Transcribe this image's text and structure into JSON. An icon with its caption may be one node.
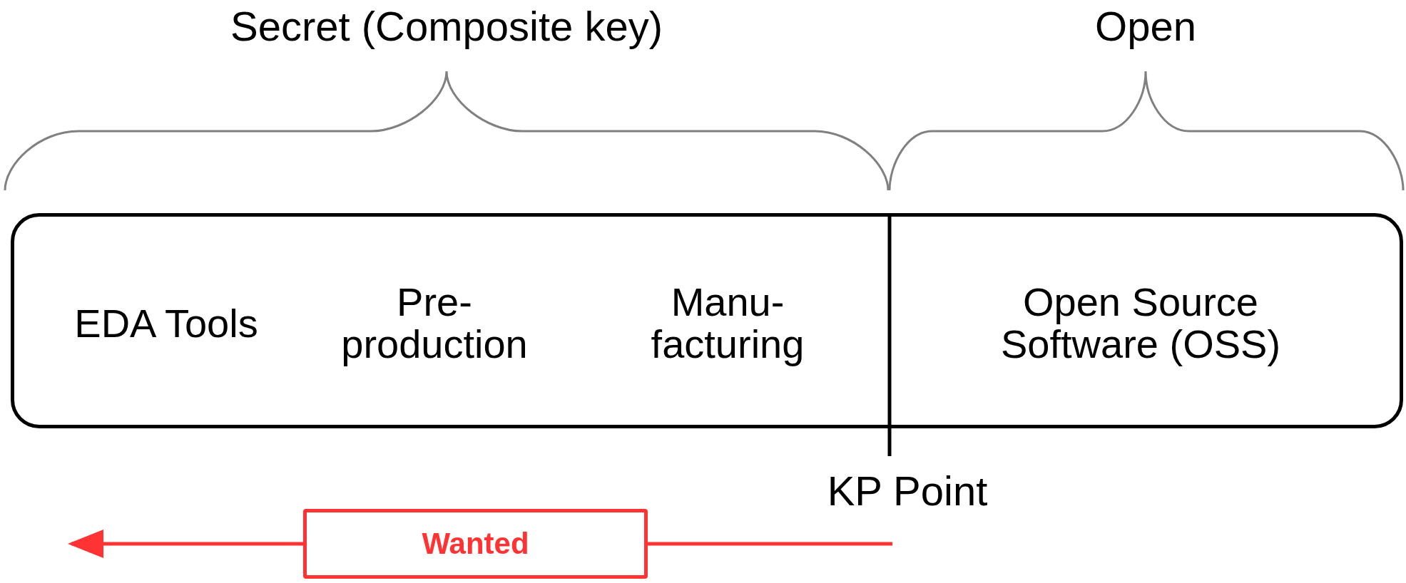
{
  "diagram": {
    "nodes": [
      {
        "text": [
          "EDA Tools",
          "Pre- production",
          "Manu- facturing",
          "Open Source Software (OSS)"
        ]
      },
      {
        "text": [
          "Wanted"
        ]
      }
    ],
    "edges": [
      {
        "from": null,
        "to": 1,
        "arrow": "none",
        "color": "#ff3333"
      },
      {
        "from": 1,
        "to": null,
        "arrow": "to",
        "color": "#ff3333"
      }
    ],
    "labels": [
      "Secret (Composite key)",
      "Open",
      "KP Point"
    ]
  }
}
